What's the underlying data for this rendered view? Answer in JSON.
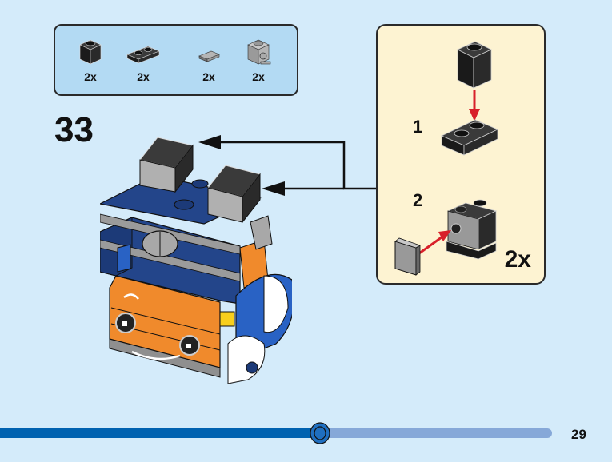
{
  "parts_list": {
    "items": [
      {
        "name": "1x1 brick",
        "color": "black",
        "quantity": "2x"
      },
      {
        "name": "1x2 plate",
        "color": "black",
        "quantity": "2x"
      },
      {
        "name": "1x1 tile",
        "color": "light gray",
        "quantity": "2x"
      },
      {
        "name": "1x1 brick with side stud",
        "color": "light gray",
        "quantity": "2x"
      }
    ]
  },
  "step": {
    "number": "33"
  },
  "sub_assembly": {
    "steps": [
      {
        "number": "1"
      },
      {
        "number": "2"
      }
    ],
    "quantity": "2x"
  },
  "progress": {
    "value_fraction": 0.58
  },
  "page": {
    "number": "29"
  },
  "colors": {
    "background": "#d4ebfa",
    "parts_box": "#b3daf3",
    "callout": "#fdf3d2",
    "arrow_red": "#d8202a",
    "progress_fill": "#0062b0",
    "progress_track": "#86a8d8"
  }
}
